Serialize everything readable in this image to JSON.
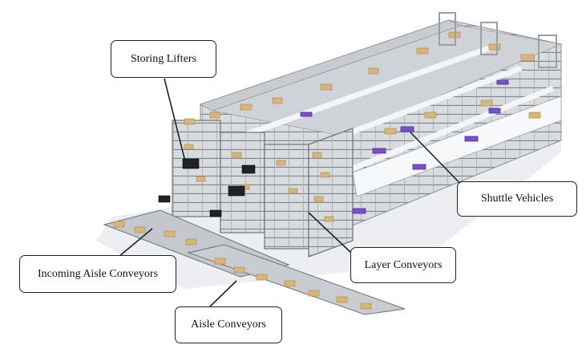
{
  "labels": {
    "storing_lifters": "Storing Lifters",
    "shuttle_vehicles": "Shuttle Vehicles",
    "layer_conveyors": "Layer Conveyors",
    "incoming_aisle_conveyors": "Incoming Aisle Conveyors",
    "aisle_conveyors": "Aisle Conveyors"
  },
  "colors": {
    "rack_frame": "#b9bdc2",
    "rack_dark": "#6f7378",
    "box": "#d8b57a",
    "shuttle": "#7a4fd0",
    "lifter": "#222222",
    "callout_border": "#222222"
  }
}
